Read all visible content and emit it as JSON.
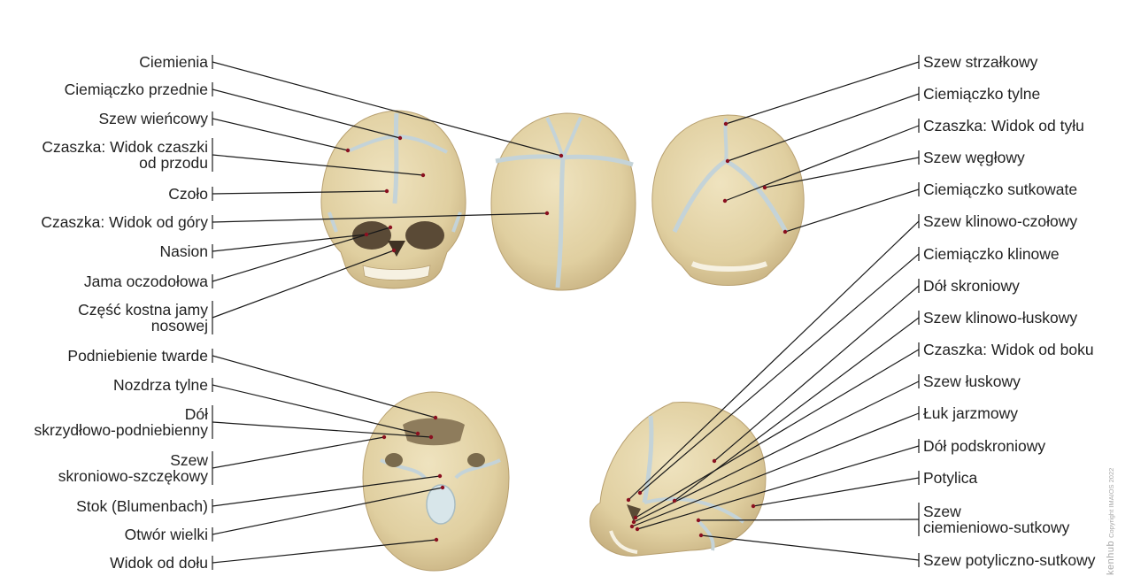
{
  "labels_left": [
    {
      "id": "ciemienia",
      "lines": [
        "Ciemienia"
      ]
    },
    {
      "id": "ciemiaczko-przednie",
      "lines": [
        "Ciemiączko przednie"
      ]
    },
    {
      "id": "szew-wiencowy",
      "lines": [
        "Szew wieńcowy"
      ]
    },
    {
      "id": "czaszka-widok-przodu",
      "lines": [
        "Czaszka: Widok czaszki",
        "od przodu"
      ]
    },
    {
      "id": "czolo",
      "lines": [
        "Czoło"
      ]
    },
    {
      "id": "czaszka-widok-gory",
      "lines": [
        "Czaszka: Widok od góry"
      ]
    },
    {
      "id": "nasion",
      "lines": [
        "Nasion"
      ]
    },
    {
      "id": "jama-oczodolowa",
      "lines": [
        "Jama oczodołowa"
      ]
    },
    {
      "id": "czesc-kostna-jamy-nosowej",
      "lines": [
        "Część kostna jamy",
        "nosowej"
      ]
    },
    {
      "id": "podniebienie-twarde",
      "lines": [
        "Podniebienie twarde"
      ]
    },
    {
      "id": "nozdrza-tylne",
      "lines": [
        "Nozdrza tylne"
      ]
    },
    {
      "id": "dol-skrzydlowo-podniebienny",
      "lines": [
        "Dół",
        "skrzydłowo-podniebienny"
      ]
    },
    {
      "id": "szew-skroniowo-szczekowy",
      "lines": [
        "Szew",
        "skroniowo-szczękowy"
      ]
    },
    {
      "id": "stok-blumenbach",
      "lines": [
        "Stok (Blumenbach)"
      ]
    },
    {
      "id": "otwor-wielki",
      "lines": [
        "Otwór wielki"
      ]
    },
    {
      "id": "widok-od-dolu",
      "lines": [
        "Widok od dołu"
      ]
    }
  ],
  "labels_right": [
    {
      "id": "szew-strzalkowy",
      "lines": [
        "Szew strzałkowy"
      ]
    },
    {
      "id": "ciemiaczko-tylne",
      "lines": [
        "Ciemiączko tylne"
      ]
    },
    {
      "id": "czaszka-widok-tylu",
      "lines": [
        "Czaszka: Widok od tyłu"
      ]
    },
    {
      "id": "szew-weglowy",
      "lines": [
        "Szew węgłowy"
      ]
    },
    {
      "id": "ciemiaczko-sutkowate",
      "lines": [
        "Ciemiączko sutkowate"
      ]
    },
    {
      "id": "szew-klinowo-czolowy",
      "lines": [
        "Szew klinowo-czołowy"
      ]
    },
    {
      "id": "ciemiaczko-klinowe",
      "lines": [
        "Ciemiączko klinowe"
      ]
    },
    {
      "id": "dol-skroniowy",
      "lines": [
        "Dół skroniowy"
      ]
    },
    {
      "id": "szew-klinowo-luskowy",
      "lines": [
        "Szew klinowo-łuskowy"
      ]
    },
    {
      "id": "czaszka-widok-boku",
      "lines": [
        "Czaszka: Widok od boku"
      ]
    },
    {
      "id": "szew-luskowy",
      "lines": [
        "Szew łuskowy"
      ]
    },
    {
      "id": "luk-jarzmowy",
      "lines": [
        "Łuk jarzmowy"
      ]
    },
    {
      "id": "dol-podskroniowy",
      "lines": [
        "Dół podskroniowy"
      ]
    },
    {
      "id": "potylica",
      "lines": [
        "Potylica"
      ]
    },
    {
      "id": "szew-ciemieniowo-sutkowy",
      "lines": [
        "Szew",
        "ciemieniowo-sutkowy"
      ]
    },
    {
      "id": "szew-potyliczno-sutkowy",
      "lines": [
        "Szew potyliczno-sutkowy"
      ]
    }
  ],
  "watermark": {
    "brand": "kenhub",
    "copyright": "Copyright IMAIOS 2022"
  },
  "colors": {
    "bone": "#e2d3a8",
    "bone_shadow": "#cdb98a",
    "suture": "#c4d3d8",
    "line": "#1a1a1a",
    "dot": "#8a1020"
  }
}
